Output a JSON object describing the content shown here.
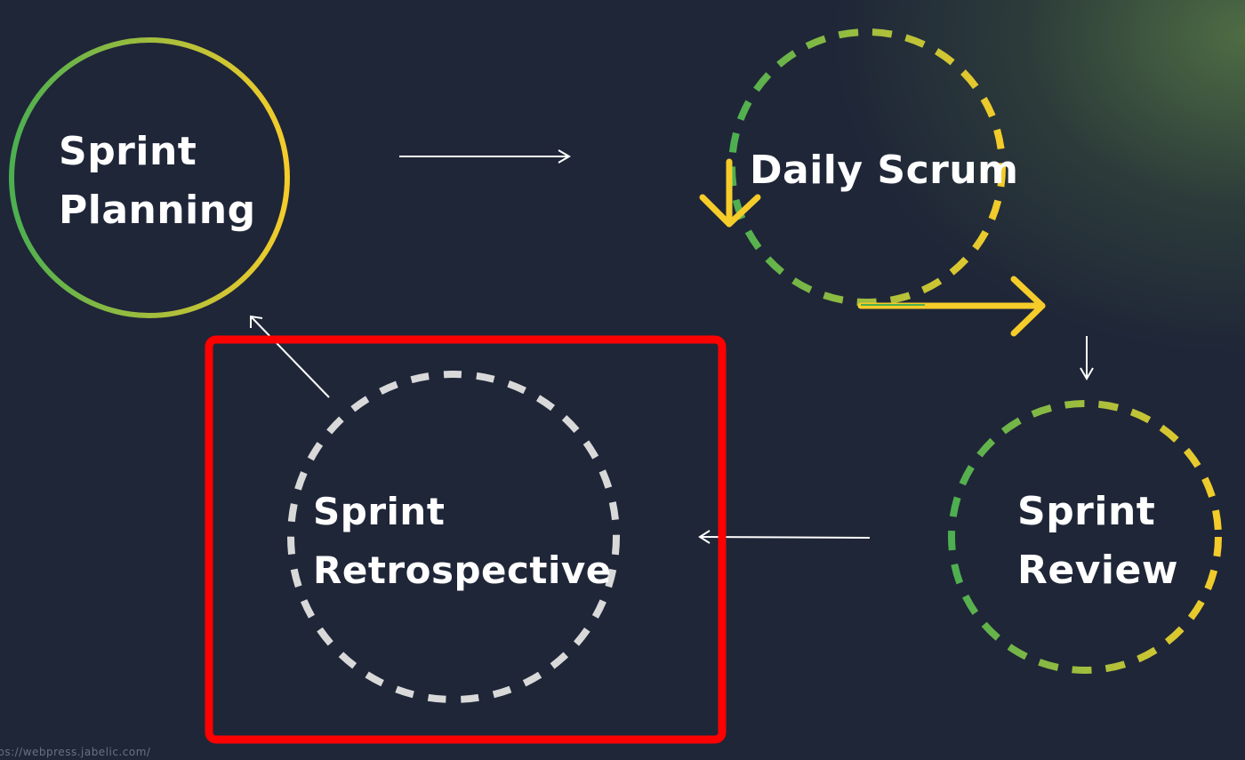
{
  "nodes": {
    "planning": {
      "line1": "Sprint",
      "line2": "Planning"
    },
    "daily": {
      "label": "Daily Scrum"
    },
    "review": {
      "line1": "Sprint",
      "line2": "Review"
    },
    "retro": {
      "line1": "Sprint",
      "line2": "Retrospective"
    }
  },
  "watermark": "tps://webpress.jabelic.com/",
  "colors": {
    "background": "#1f2638",
    "green": "#4caf50",
    "yellow": "#f5cc2a",
    "light_gray": "#d9d9d9",
    "highlight_red": "#ff0000",
    "arrow_white": "#ffffff"
  }
}
